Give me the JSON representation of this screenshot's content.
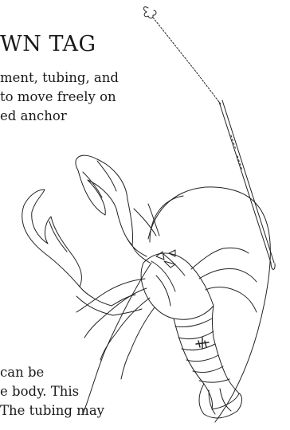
{
  "heading": "WN TAG",
  "intro": {
    "line1": "ment, tubing, and",
    "line2": "to move freely on",
    "line3": "ed anchor"
  },
  "outro": {
    "line1": "can be",
    "line2": "e body. This",
    "line3": "The tubing may"
  },
  "illustration": {
    "subject": "lobster with streamer tag",
    "icons": [
      "lobster-illustration",
      "streamer-tag-icon",
      "tag-anchor-icon"
    ]
  }
}
